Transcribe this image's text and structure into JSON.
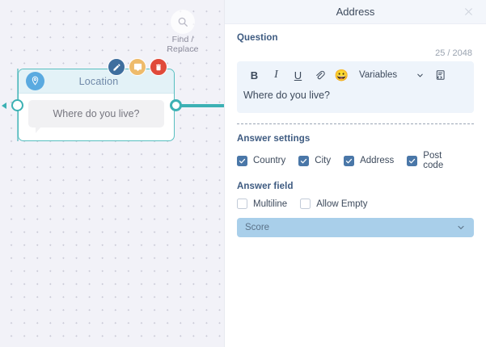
{
  "canvas": {
    "find_replace": {
      "label": "Find /\nReplace",
      "icon": "search-icon"
    },
    "node": {
      "title": "Location",
      "pin_icon": "location-pin-icon",
      "bubble_text": "Where do you live?",
      "actions": [
        {
          "name": "edit",
          "icon": "pencil-icon",
          "color": "#3e6e9e"
        },
        {
          "name": "comment",
          "icon": "comment-icon",
          "color": "#eebb6b"
        },
        {
          "name": "delete",
          "icon": "trash-icon",
          "color": "#e04a3a"
        }
      ],
      "connector_color": "#3cb1b4"
    }
  },
  "panel": {
    "title": "Address",
    "close_icon": "close-icon",
    "question": {
      "label": "Question",
      "counter": "25 / 2048",
      "text": "Where do you live?",
      "toolbar": {
        "bold": "B",
        "italic": "I",
        "underline": "U",
        "link_icon": "link-icon",
        "emoji_icon": "emoji-smile-icon",
        "variables_label": "Variables",
        "variables_caret": "chevron-down-icon",
        "code_icon": "code-snippet-icon"
      }
    },
    "answer_settings": {
      "label": "Answer settings",
      "options": [
        {
          "label": "Country",
          "checked": true
        },
        {
          "label": "City",
          "checked": true
        },
        {
          "label": "Address",
          "checked": true
        },
        {
          "label": "Post code",
          "checked": true
        }
      ]
    },
    "answer_field": {
      "label": "Answer field",
      "options": [
        {
          "label": "Multiline",
          "checked": false
        },
        {
          "label": "Allow Empty",
          "checked": false
        }
      ],
      "score_select": {
        "value": "Score",
        "caret": "chevron-down-icon"
      }
    }
  },
  "colors": {
    "accent_teal": "#3cb1b4",
    "checkbox_blue": "#4a77a8",
    "select_blue": "#a9cfea",
    "canvas_bg": "#f2f2f8"
  }
}
